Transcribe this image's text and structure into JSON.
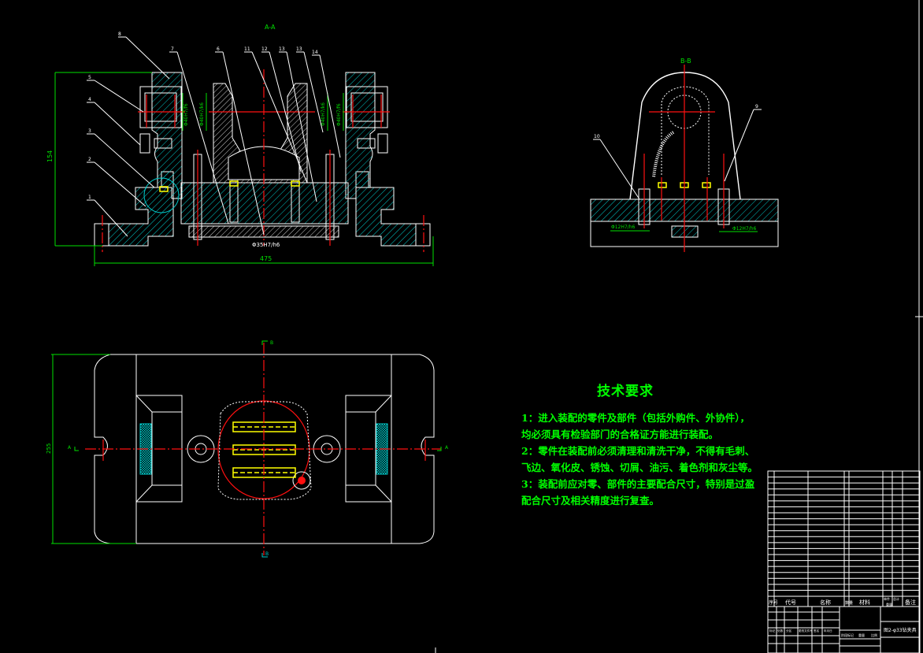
{
  "drawing": {
    "background": "#000000",
    "colors": {
      "outline": "#ffffff",
      "centerline": "#ff1010",
      "dimension": "#00e000",
      "hatch": "#00c8c8",
      "highlight": "#ffff00"
    }
  },
  "section_aa": {
    "title": "A-A",
    "dim_height": "154",
    "dim_width": "475",
    "fit_bottom": "Φ35H7/h6",
    "fit_left_outer": "Φ40H7/f6",
    "fit_left_inner": "Φ40H7/k6",
    "fit_right_inner": "Φ40H7/k6",
    "fit_right_outer": "Φ40H7/f6",
    "balloons": [
      "8",
      "5",
      "4",
      "3",
      "2",
      "1",
      "7",
      "6",
      "11",
      "12",
      "13",
      "13",
      "14"
    ]
  },
  "section_bb": {
    "title": "B-B",
    "fit_left": "Φ12H7/h6",
    "fit_right": "Φ12H7/h6",
    "balloons": [
      "10",
      "9"
    ]
  },
  "plan_view": {
    "dim_height": "255",
    "section_marks": {
      "top": "B",
      "bottom": "B",
      "left": "A",
      "right": "A"
    }
  },
  "tech_requirements": {
    "title": "技术要求",
    "lines": [
      "1：进入装配的零件及部件（包括外购件、外协件），",
      "均必须具有检验部门的合格证方能进行装配。",
      "2：零件在装配前必须清理和清洗干净，不得有毛刺、",
      "飞边、氧化皮、锈蚀、切屑、油污、着色剂和灰尘等。",
      "3：装配前应对零、部件的主要配合尺寸，特别是过盈",
      "配合尺寸及相关精度进行复查。"
    ]
  },
  "bom": {
    "headers": [
      "序号",
      "代号",
      "名称",
      "数量",
      "材料",
      "单件",
      "总计",
      "备注"
    ],
    "weight_label": "重量",
    "row_count": 21
  },
  "title_block": {
    "drawing_name": "图2-φ33钻夹具",
    "labels": [
      "标记",
      "处数",
      "分区",
      "更改文件号",
      "签名",
      "年月日"
    ],
    "stage_labels": [
      "阶段标记",
      "重量",
      "比例"
    ]
  }
}
